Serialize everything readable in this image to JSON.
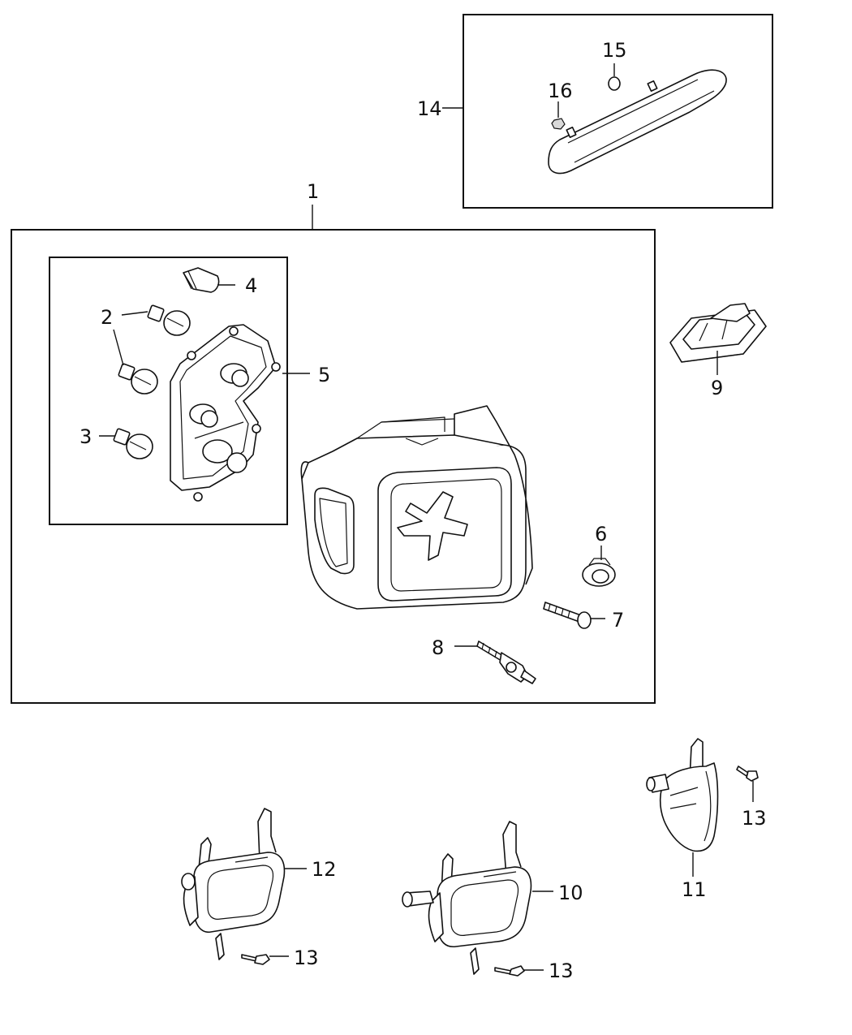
{
  "callouts": {
    "c1": "1",
    "c2": "2",
    "c3": "3",
    "c4": "4",
    "c5": "5",
    "c6": "6",
    "c7": "7",
    "c8": "8",
    "c9": "9",
    "c10": "10",
    "c11": "11",
    "c12": "12",
    "c13a": "13",
    "c13b": "13",
    "c13c": "13",
    "c14": "14",
    "c15": "15",
    "c16": "16"
  }
}
